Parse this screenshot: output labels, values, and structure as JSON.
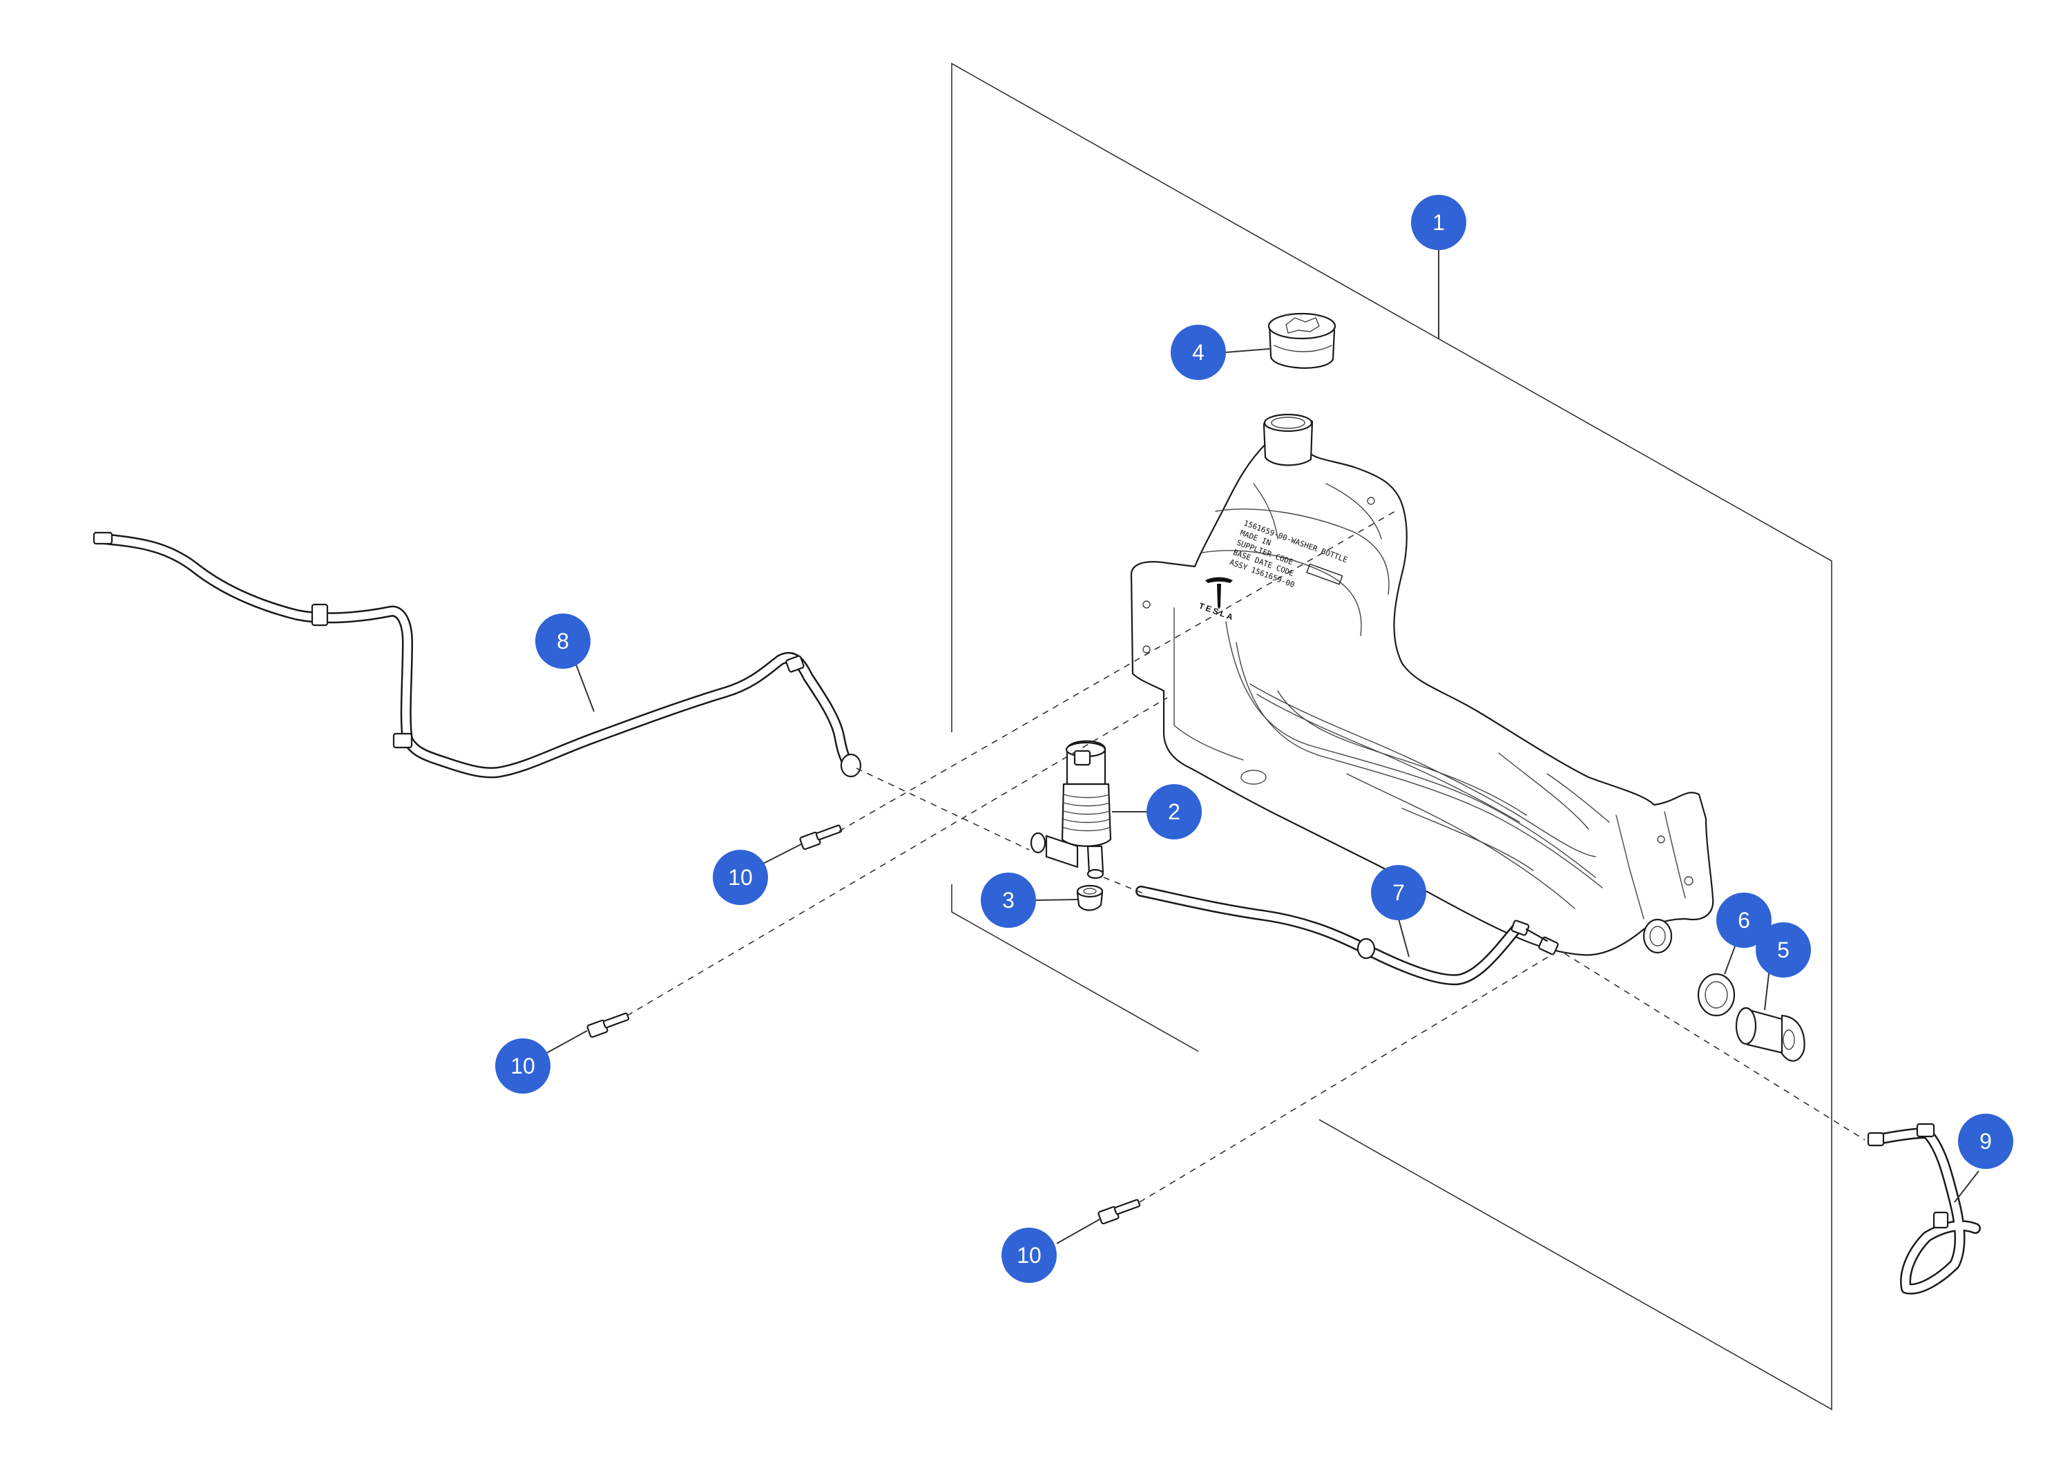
{
  "colors": {
    "callout": "#2f63d6",
    "callout_text": "#ffffff",
    "line": "#1a1a1a",
    "background": "#ffffff"
  },
  "bottle_label": {
    "line1": "1561659-00-WASHER BOTTLE",
    "line2": "MADE IN",
    "line3": "SUPPLIER CODE",
    "line4": "BASE DATE CODE",
    "line5": "ASSY 1561659-00",
    "brand": "TESLA"
  },
  "callouts": [
    {
      "id": "callout-1",
      "label": "1"
    },
    {
      "id": "callout-2",
      "label": "2"
    },
    {
      "id": "callout-3",
      "label": "3"
    },
    {
      "id": "callout-4",
      "label": "4"
    },
    {
      "id": "callout-5",
      "label": "5"
    },
    {
      "id": "callout-6",
      "label": "6"
    },
    {
      "id": "callout-7",
      "label": "7"
    },
    {
      "id": "callout-8",
      "label": "8"
    },
    {
      "id": "callout-9",
      "label": "9"
    },
    {
      "id": "callout-10a",
      "label": "10"
    },
    {
      "id": "callout-10b",
      "label": "10"
    },
    {
      "id": "callout-10c",
      "label": "10"
    }
  ]
}
